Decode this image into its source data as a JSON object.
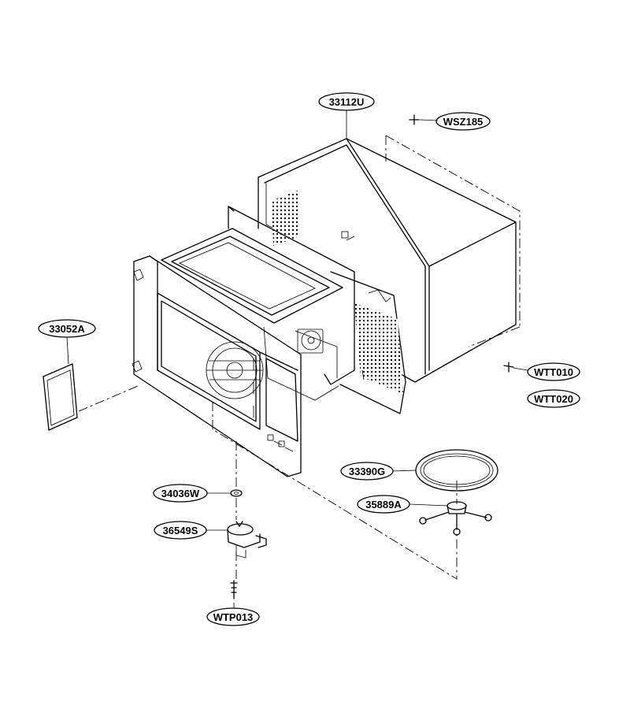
{
  "labels": {
    "cabinet": "33112U",
    "screw_top": "WSZ185",
    "screw_side_1": "WTT010",
    "screw_side_2": "WTT020",
    "cover": "33052A",
    "glass_tray": "33390G",
    "roller_guide": "35889A",
    "coupler": "34036W",
    "motor": "36549S",
    "motor_screw": "WTP013"
  },
  "colors": {
    "line": "#000000",
    "background": "#ffffff"
  }
}
